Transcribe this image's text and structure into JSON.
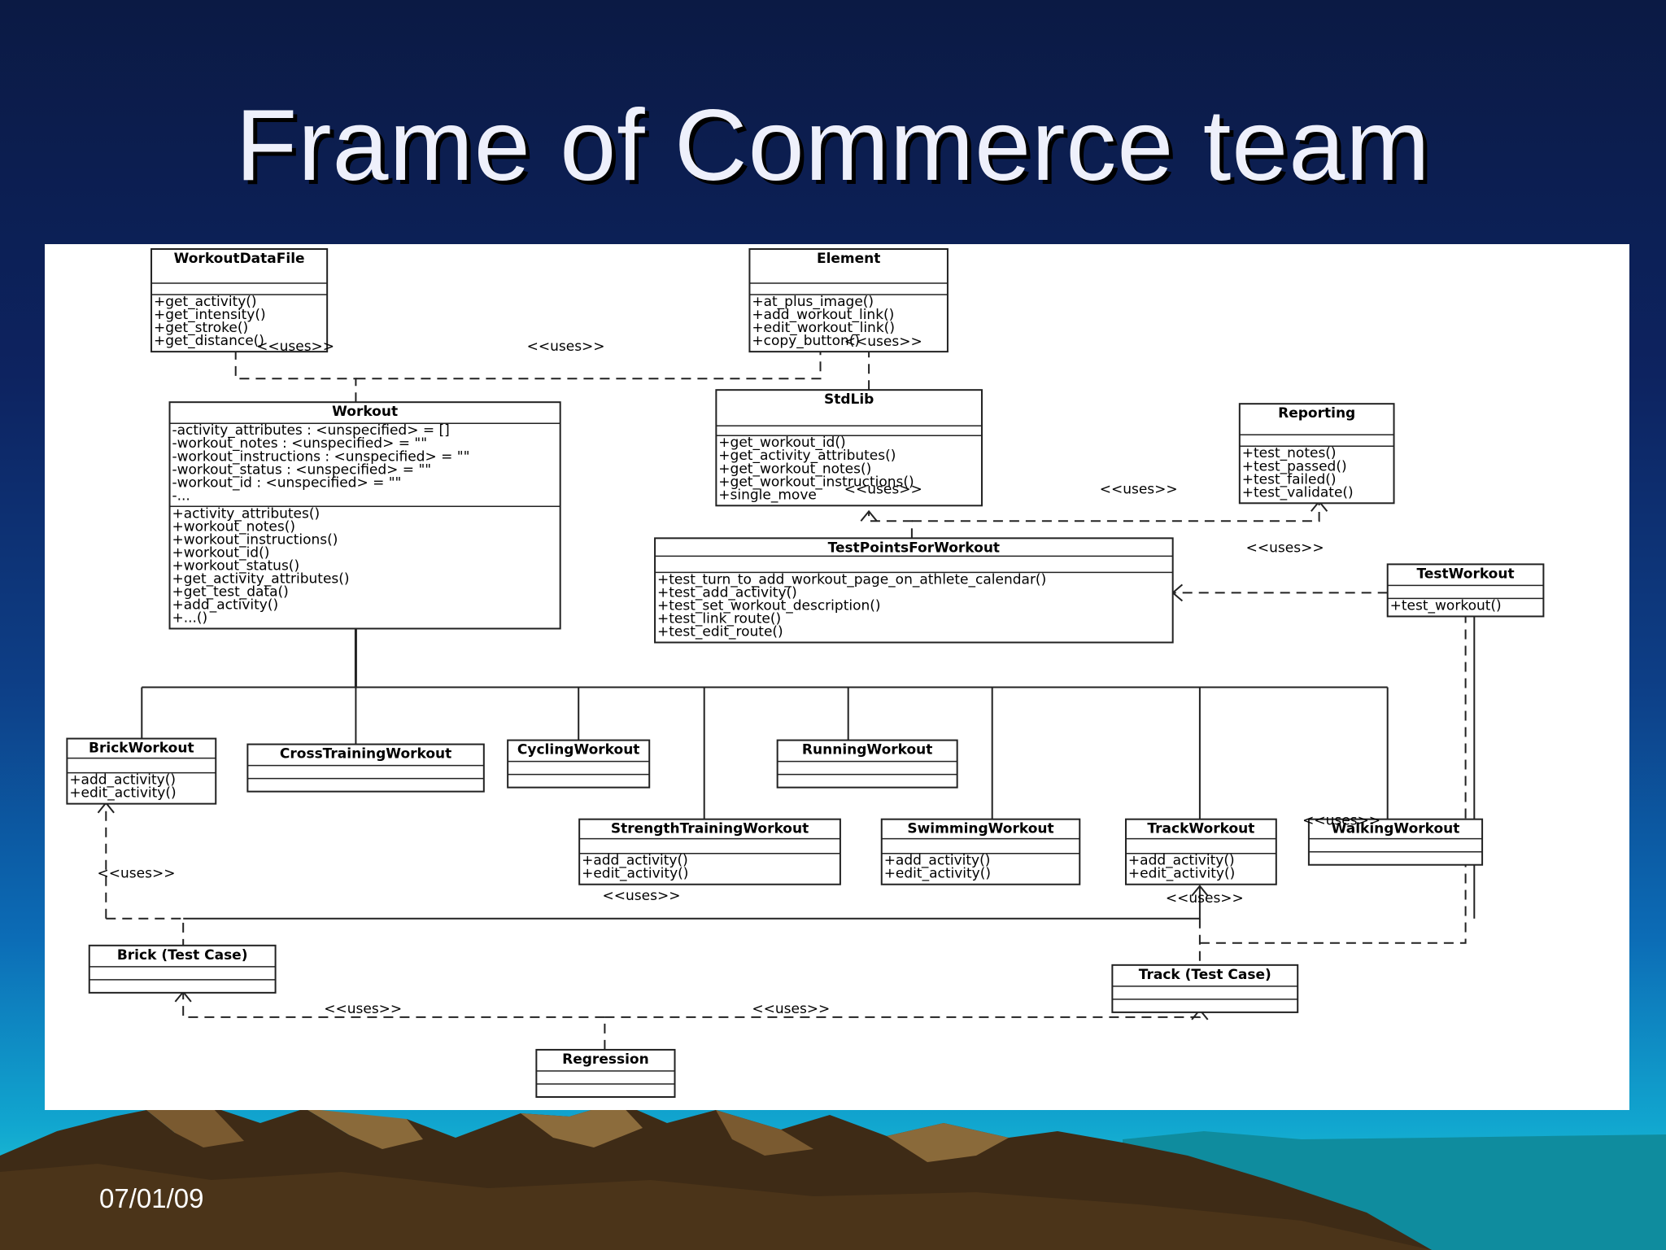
{
  "slide": {
    "title": "Frame of Commerce team",
    "date": "07/01/09"
  },
  "colors": {
    "title_text": "#eef0fb",
    "panel_bg": "#ffffff",
    "line": "#222222"
  },
  "classes": {
    "workoutdatafile": {
      "name": "WorkoutDataFile",
      "attributes": [],
      "operations": [
        "+get_activity()",
        "+get_intensity()",
        "+get_stroke()",
        "+get_distance()"
      ]
    },
    "element": {
      "name": "Element",
      "attributes": [],
      "operations": [
        "+at_plus_image()",
        "+add_workout_link()",
        "+edit_workout_link()",
        "+copy_button()"
      ]
    },
    "stdlib": {
      "name": "StdLib",
      "attributes": [],
      "operations": [
        "+get_workout_id()",
        "+get_activity_attributes()",
        "+get_workout_notes()",
        "+get_workout_instructions()",
        "+single_move"
      ]
    },
    "reporting": {
      "name": "Reporting",
      "attributes": [],
      "operations": [
        "+test_notes()",
        "+test_passed()",
        "+test_failed()",
        "+test_validate()"
      ]
    },
    "workout": {
      "name": "Workout",
      "attributes": [
        "-activity_attributes : <unspecified> = []",
        "-workout_notes : <unspecified> = \"\"",
        "-workout_instructions : <unspecified> = \"\"",
        "-workout_status : <unspecified> = \"\"",
        "-workout_id : <unspecified> = \"\"",
        "-..."
      ],
      "operations": [
        "+activity_attributes()",
        "+workout_notes()",
        "+workout_instructions()",
        "+workout_id()",
        "+workout_status()",
        "+get_activity_attributes()",
        "+get_test_data()",
        "+add_activity()",
        "+...()"
      ]
    },
    "testpoints": {
      "name": "TestPointsForWorkout",
      "attributes": [],
      "operations": [
        "+test_turn_to_add_workout_page_on_athlete_calendar()",
        "+test_add_activity()",
        "+test_set_workout_description()",
        "+test_link_route()",
        "+test_edit_route()"
      ]
    },
    "testworkout": {
      "name": "TestWorkout",
      "attributes": [],
      "operations": [
        "+test_workout()"
      ]
    },
    "brickworkout": {
      "name": "BrickWorkout",
      "attributes": [],
      "operations": [
        "+add_activity()",
        "+edit_activity()"
      ]
    },
    "crosstraining": {
      "name": "CrossTrainingWorkout",
      "attributes": [],
      "operations": []
    },
    "cycling": {
      "name": "CyclingWorkout",
      "attributes": [],
      "operations": []
    },
    "running": {
      "name": "RunningWorkout",
      "attributes": [],
      "operations": []
    },
    "strength": {
      "name": "StrengthTrainingWorkout",
      "attributes": [],
      "operations": [
        "+add_activity()",
        "+edit_activity()"
      ]
    },
    "swimming": {
      "name": "SwimmingWorkout",
      "attributes": [],
      "operations": [
        "+add_activity()",
        "+edit_activity()"
      ]
    },
    "track": {
      "name": "TrackWorkout",
      "attributes": [],
      "operations": [
        "+add_activity()",
        "+edit_activity()"
      ]
    },
    "walking": {
      "name": "WalkingWorkout",
      "attributes": [],
      "operations": []
    },
    "brick_tc": {
      "name": "Brick  (Test Case)",
      "attributes": [],
      "operations": []
    },
    "track_tc": {
      "name": "Track (Test Case)",
      "attributes": [],
      "operations": []
    },
    "regression": {
      "name": "Regression",
      "attributes": [],
      "operations": []
    }
  },
  "relations": {
    "uses_label": "<<uses>>"
  }
}
